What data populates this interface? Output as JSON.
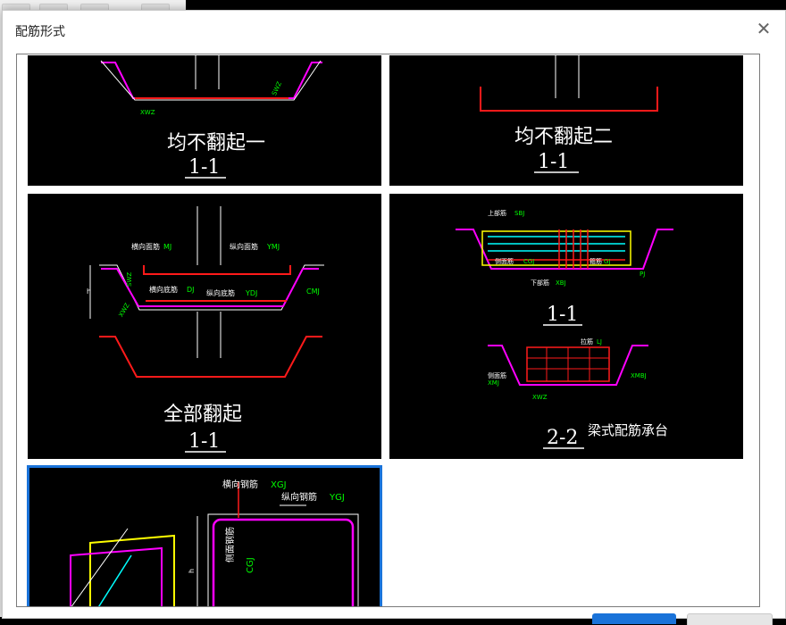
{
  "dialog": {
    "title": "配筋形式"
  },
  "tiles": [
    {
      "caption": "均不翻起一",
      "section": "1-1",
      "labels": [
        "XWZ",
        "SWZ"
      ]
    },
    {
      "caption": "均不翻起二",
      "section": "1-1"
    },
    {
      "caption": "全部翻起",
      "section": "1-1",
      "labels": [
        "横向面筋",
        "MJ",
        "纵向面筋",
        "YMJ",
        "横向底筋",
        "DJ",
        "纵向底筋",
        "YDJ",
        "CMJ",
        "h",
        "SWZ",
        "XWZ"
      ]
    },
    {
      "caption": "梁式配筋承台",
      "section": "1-1",
      "section2": "2-2",
      "labels": [
        "上部筋",
        "SBJ",
        "侧面筋",
        "CGJ",
        "箍筋",
        "GJ",
        "下部筋",
        "XBJ",
        "PJ",
        "拉筋",
        "LJ",
        "侧面筋",
        "XMJ",
        "XMBJ",
        "XWZ"
      ]
    },
    {
      "labels": [
        "横向钢筋",
        "XGJ",
        "纵向钢筋",
        "YGJ",
        "侧面钢筋",
        "CGJ",
        "h"
      ]
    }
  ],
  "colors": {
    "accent": "#1a73d9",
    "magenta": "#ff00ff",
    "red": "#ff1a1a",
    "green": "#00ff00",
    "yellow": "#ffff00",
    "cyan": "#00ffff"
  },
  "icons": {
    "close": "close-icon",
    "scroll_up": "arrow-up-icon",
    "scroll_down": "arrow-down-icon"
  }
}
